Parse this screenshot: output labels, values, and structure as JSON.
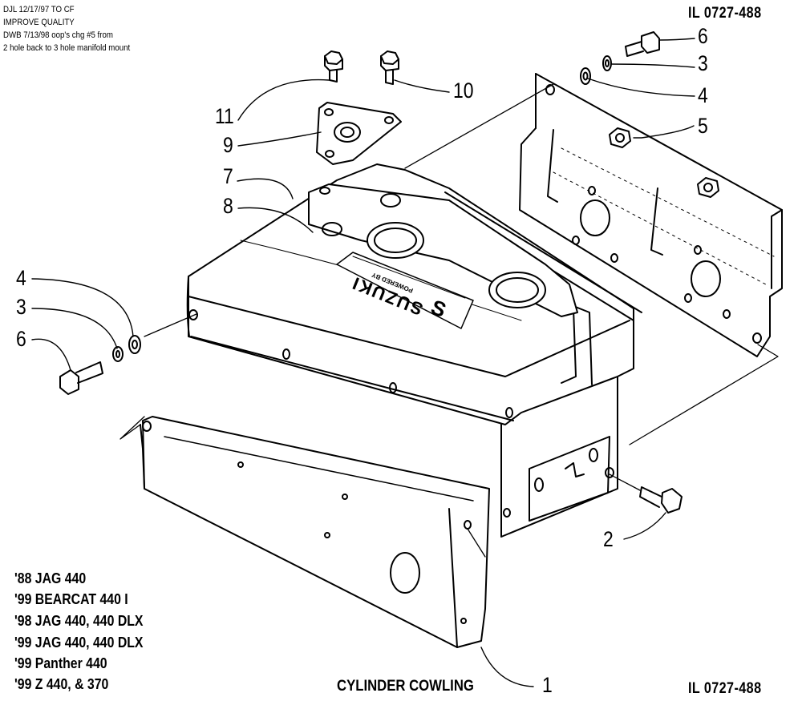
{
  "revision_notes": [
    "DJL 12/17/97 TO CF",
    "IMPROVE QUALITY",
    "DWB 7/13/98 oop's chg #5 from",
    "2 hole back to 3 hole manifold mount"
  ],
  "illustration_number": "IL 0727-488",
  "callouts": {
    "c1": "1",
    "c2": "2",
    "c3_right": "3",
    "c3_left": "3",
    "c4_right": "4",
    "c4_left": "4",
    "c5": "5",
    "c6_right": "6",
    "c6_left": "6",
    "c7": "7",
    "c8": "8",
    "c9": "9",
    "c10": "10",
    "c11": "11"
  },
  "cowling_logo": {
    "brand": "SUZUKI",
    "tagline": "POWERED BY",
    "mark": "S"
  },
  "models": [
    "'88 JAG 440",
    "'99 BEARCAT 440 I",
    "'98 JAG 440, 440 DLX",
    "'99 JAG 440, 440 DLX",
    "'99 Panther 440",
    "'99 Z 440, & 370"
  ],
  "caption": "CYLINDER COWLING"
}
